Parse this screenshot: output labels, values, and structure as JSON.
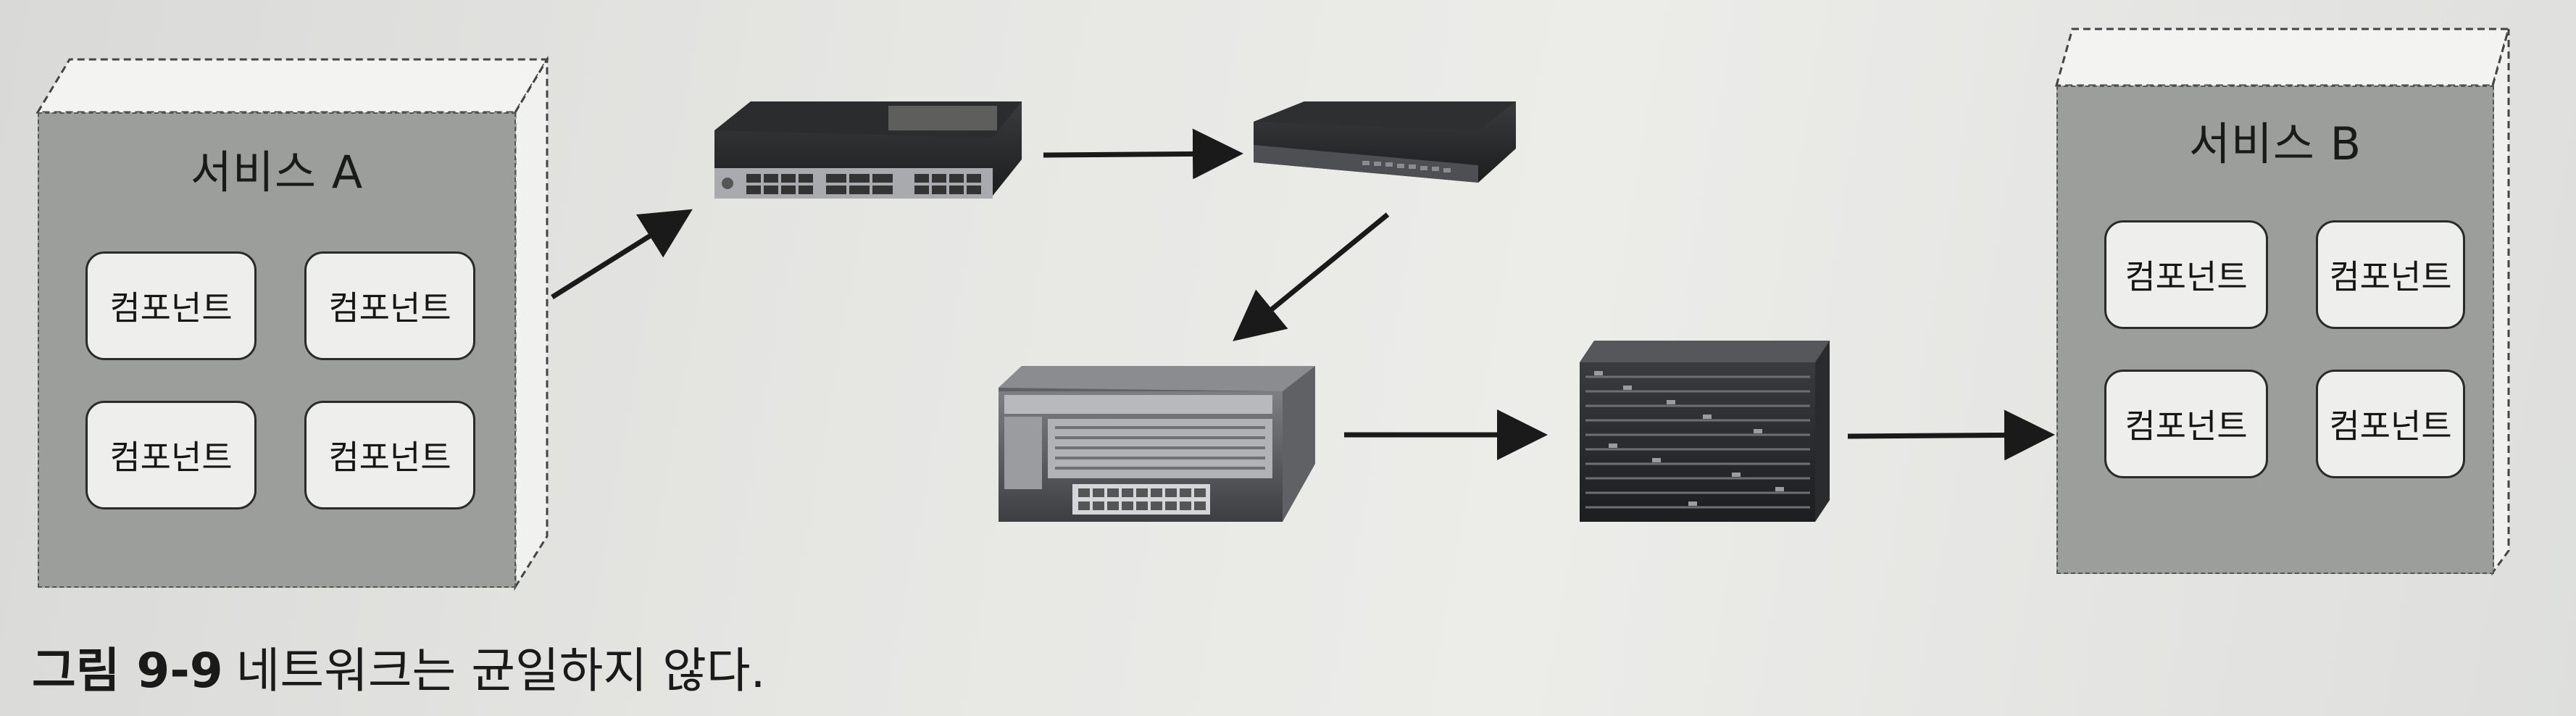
{
  "service_a": {
    "title": "서비스 A",
    "components": [
      "컴포넌트",
      "컴포넌트",
      "컴포넌트",
      "컴포넌트"
    ]
  },
  "service_b": {
    "title": "서비스 B",
    "components": [
      "컴포넌트",
      "컴포넌트",
      "컴포넌트",
      "컴포넌트"
    ]
  },
  "devices": [
    "network-switch-icon",
    "network-switch-icon",
    "network-router-icon",
    "network-chassis-icon"
  ],
  "caption": {
    "figure_label": "그림 9-9",
    "text": "네트워크는 균일하지 않다."
  },
  "colors": {
    "box_fill": "#9c9e9c",
    "component_fill": "#eeeeec",
    "arrow": "#1a1a1a"
  }
}
